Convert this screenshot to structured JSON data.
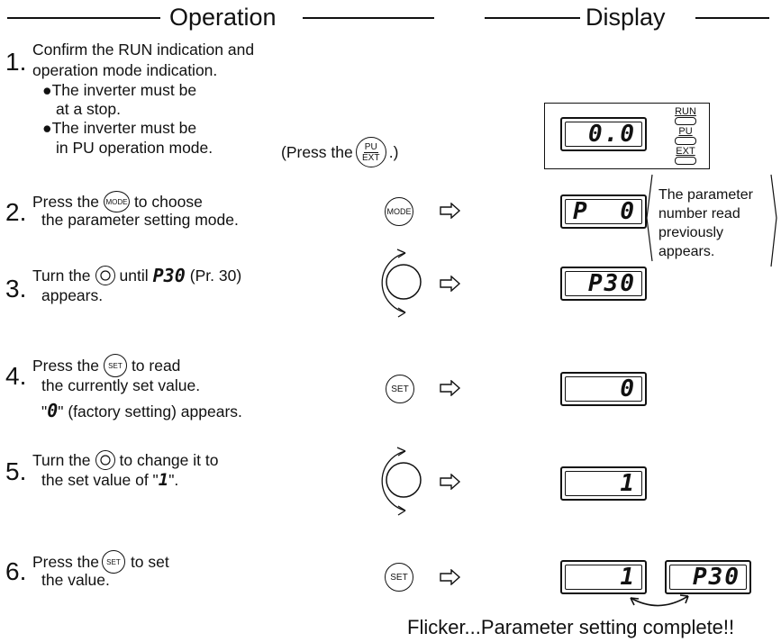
{
  "headers": {
    "operation": "Operation",
    "display": "Display"
  },
  "steps": [
    {
      "num": "1.",
      "lines": [
        "Confirm the RUN indication and",
        "operation mode indication."
      ],
      "bullets": [
        "The inverter must be",
        "at a stop.",
        "The inverter must be",
        "in PU operation mode."
      ],
      "press_prefix": "(Press the",
      "press_suffix": ".)"
    },
    {
      "num": "2.",
      "lines": [
        "Press the",
        "to choose",
        "the parameter setting mode."
      ]
    },
    {
      "num": "3.",
      "lines": [
        "Turn the",
        "until",
        "P30",
        "(Pr. 30)",
        "appears."
      ]
    },
    {
      "num": "4.",
      "lines": [
        "Press the",
        "to read",
        "the currently set value."
      ],
      "note_open": "\"",
      "note_val": "0",
      "note_close": "\" (factory setting) appears."
    },
    {
      "num": "5.",
      "lines": [
        "Turn the",
        "to change it to",
        "the set value of \"",
        "1",
        "\"."
      ]
    },
    {
      "num": "6.",
      "lines": [
        "Press the",
        "to set",
        "the value."
      ]
    }
  ],
  "buttons": {
    "mode": "MODE",
    "set": "SET",
    "pu": "PU",
    "ext": "EXT"
  },
  "indicators": [
    "RUN",
    "PU",
    "EXT"
  ],
  "displays": {
    "d1": "0.0",
    "d2a": "P",
    "d2b": "0",
    "d3": "P30",
    "d4": "0",
    "d5": "1",
    "d6a": "1",
    "d6b": "P30"
  },
  "side_note": [
    "The parameter",
    "number read",
    "previously",
    "appears."
  ],
  "footer": "Flicker...Parameter setting complete!!"
}
